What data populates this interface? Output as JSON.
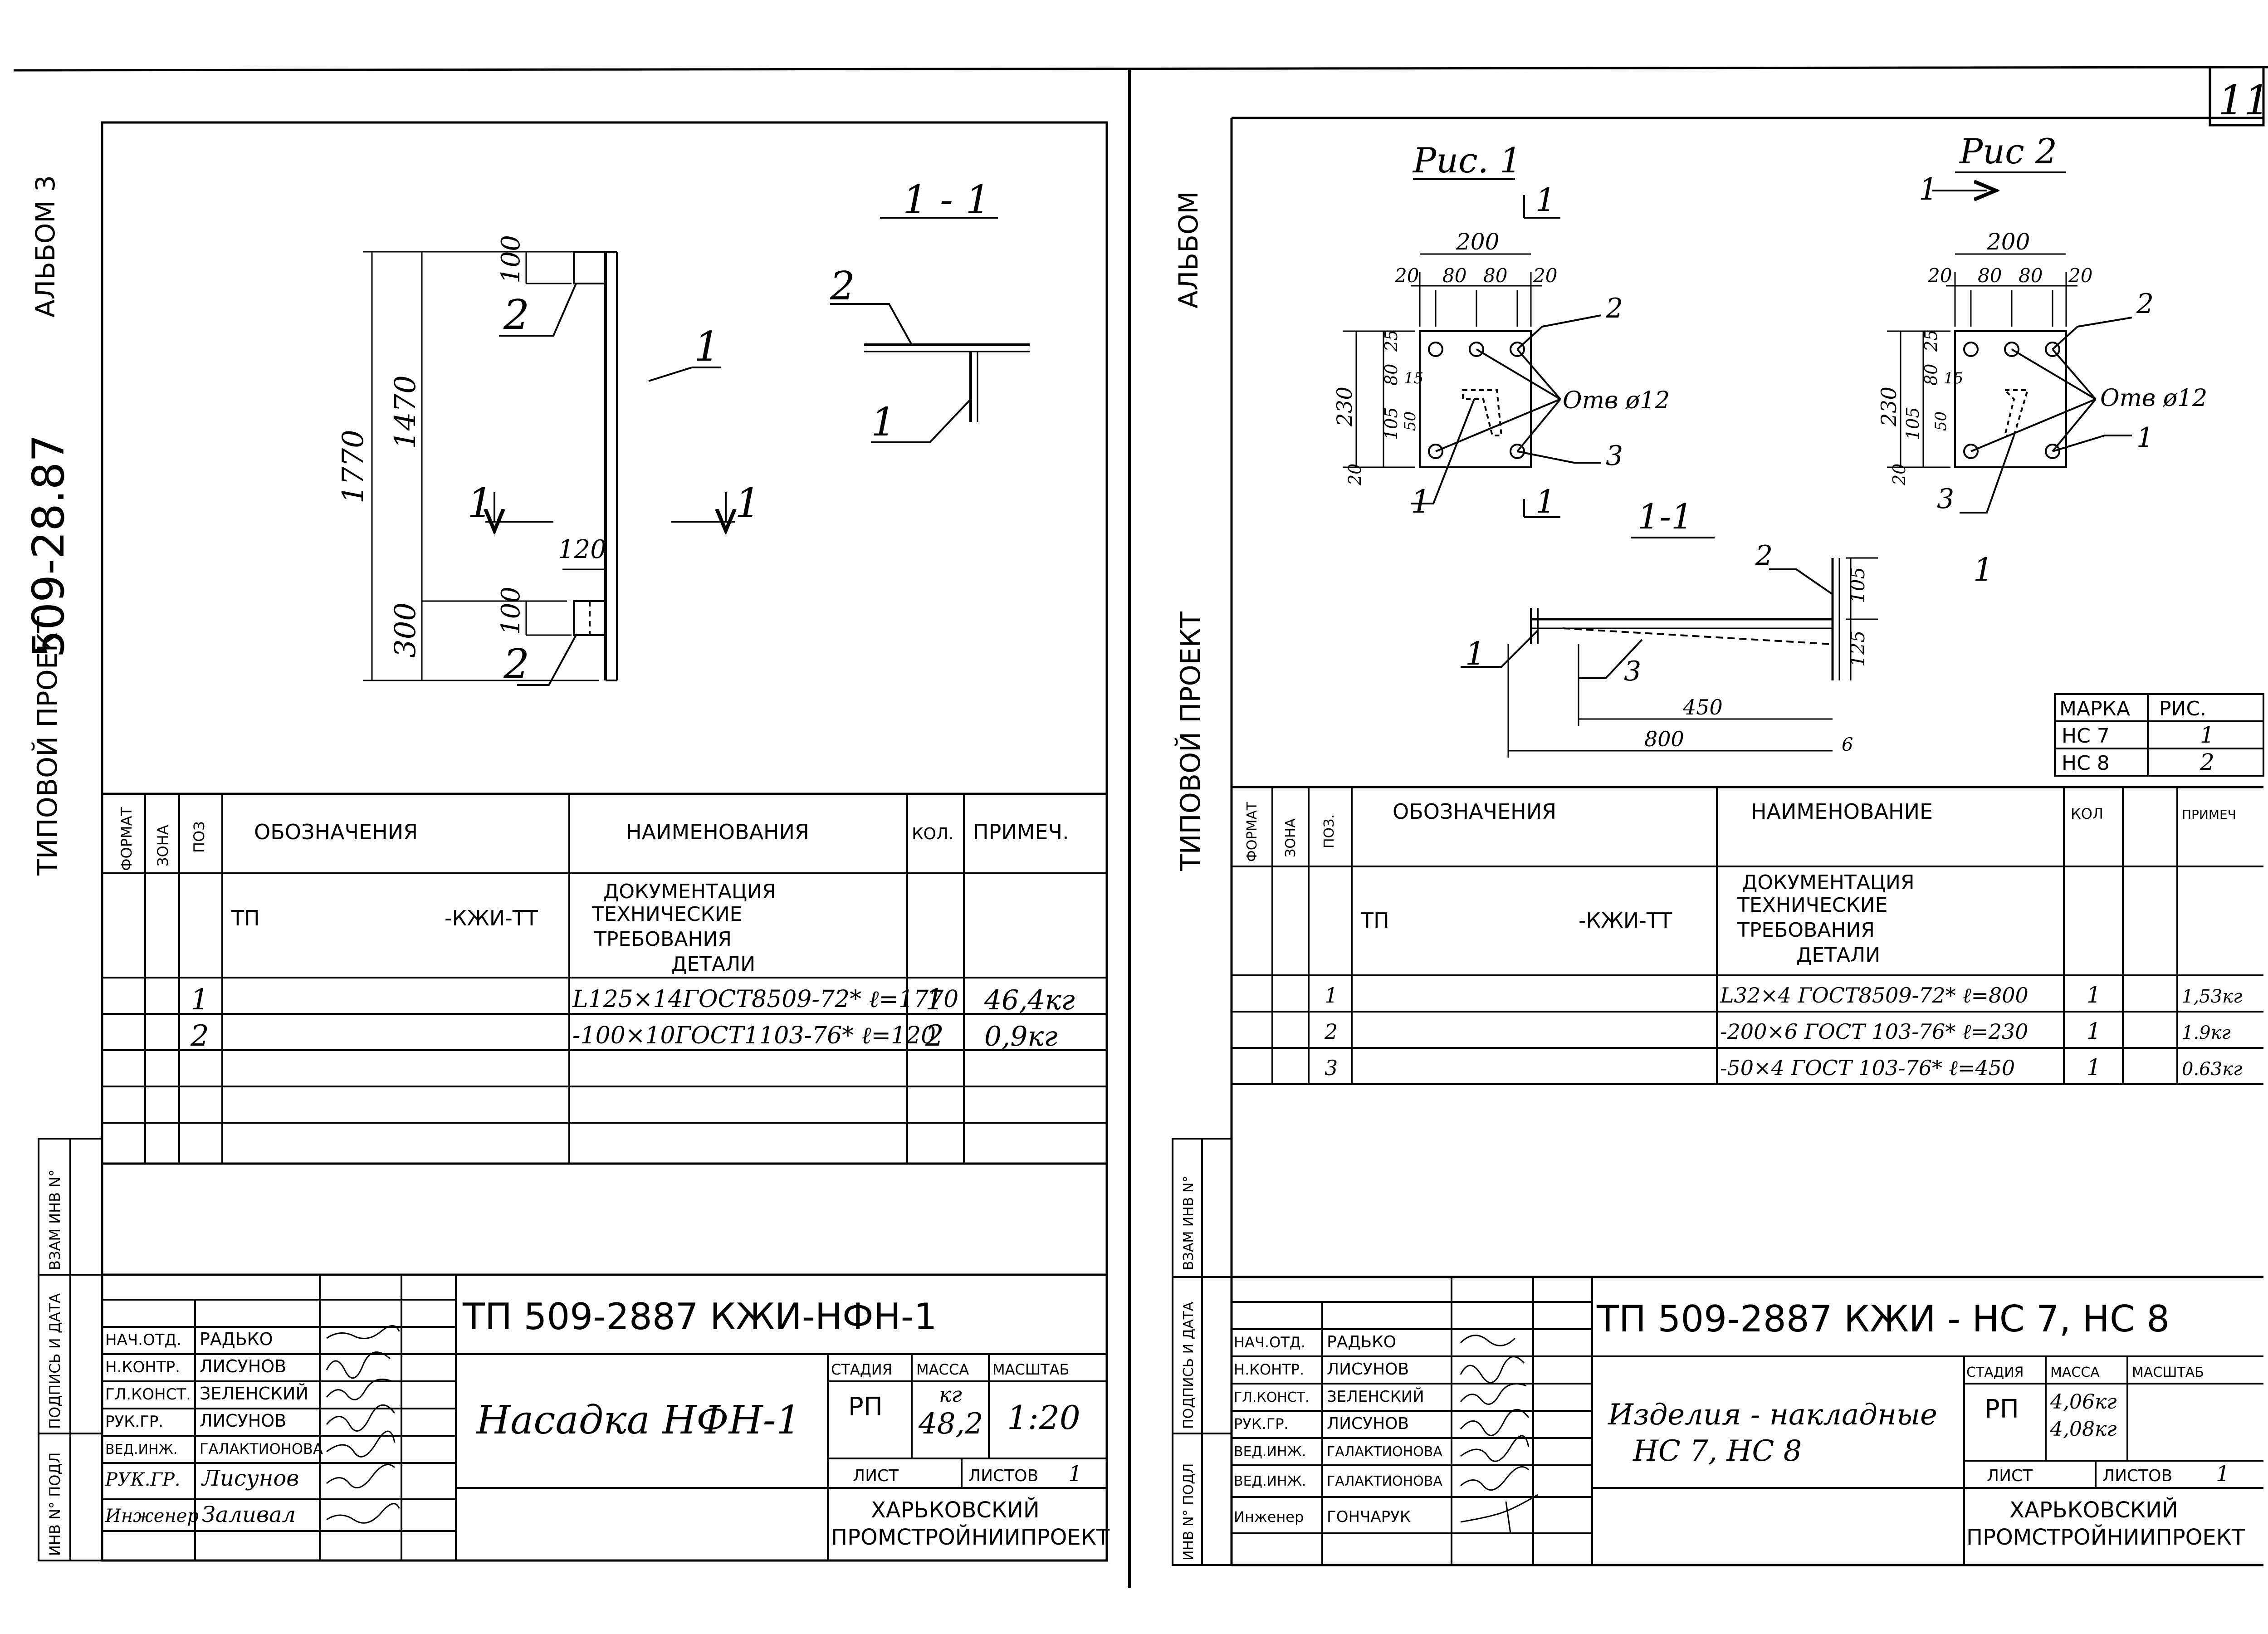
{
  "sheet_number": "11",
  "left": {
    "side_album": "АЛЬБОМ 3",
    "side_number": "509-28.87",
    "side_project": "ТИПОВОЙ ПРОЕКТ",
    "side_stamp": {
      "vzam": "ВЗАМ ИНВ N°",
      "podp": "ПОДПИСЬ И ДАТА",
      "inv": "ИНВ N° ПОДЛ"
    },
    "section_label": "1 - 1",
    "dims": {
      "d1770": "1770",
      "d1470": "1470",
      "d300": "300",
      "d100a": "100",
      "d100b": "100",
      "d120": "120"
    },
    "marks": {
      "pos1_top": "1",
      "pos2_top": "2",
      "pos2_bot": "2",
      "cut_left": "1",
      "cut_right": "1",
      "sec_pos2": "2",
      "sec_pos1": "1"
    },
    "spec": {
      "headers": {
        "format": "ФОРМАТ",
        "zone": "ЗОНА",
        "pos": "ПОЗ",
        "designation": "ОБОЗНАЧЕНИЯ",
        "name": "НАИМЕНОВАНИЯ",
        "qty": "КОЛ.",
        "note": "ПРИМЕЧ."
      },
      "doc_row": {
        "designation_prefix": "ТП",
        "designation_suffix": "-КЖИ-ТТ",
        "name_lines": [
          "ДОКУМЕНТАЦИЯ",
          "ТЕХНИЧЕСКИЕ",
          "ТРЕБОВАНИЯ",
          "ДЕТАЛИ"
        ]
      },
      "rows": [
        {
          "pos": "1",
          "name": "L125×14ГОСТ8509-72* ℓ=1770",
          "qty": "1",
          "note": "46,4кг"
        },
        {
          "pos": "2",
          "name": "-100×10ГОСТ1103-76* ℓ=120",
          "qty": "2",
          "note": "0,9кг"
        }
      ]
    },
    "title_block": {
      "code": "ТП   509-2887 КЖИ-НФН-1",
      "title": "Насадка  НФН-1",
      "people": [
        {
          "role": "НАЧ.ОТД.",
          "name": "РАДЬКО"
        },
        {
          "role": "Н.КОНТР.",
          "name": "ЛИСУНОВ"
        },
        {
          "role": "ГЛ.КОНСТ.",
          "name": "ЗЕЛЕНСКИЙ"
        },
        {
          "role": "РУК.ГР.",
          "name": "ЛИСУНОВ"
        },
        {
          "role": "ВЕД.ИНЖ.",
          "name": "ГАЛАКТИОНОВА"
        },
        {
          "role": "РУК.ГР.",
          "name": "Лисунов"
        },
        {
          "role": "Инженер",
          "name": "Заливал"
        }
      ],
      "stage_label": "СТАДИЯ",
      "mass_label": "МАССА",
      "scale_label": "МАСШТАБ",
      "stage": "РП",
      "mass_unit": "кг",
      "mass": "48,2",
      "scale": "1:20",
      "sheet_label": "ЛИСТ",
      "sheets_label": "ЛИСТОВ",
      "sheets": "1",
      "org": [
        "ХАРЬКОВСКИЙ",
        "ПРОМСТРОЙНИИПРОЕКТ"
      ]
    }
  },
  "right": {
    "side_album": "АЛЬБОМ",
    "side_project": "ТИПОВОЙ ПРОЕКТ",
    "side_stamp": {
      "vzam": "ВЗАМ ИНВ N°",
      "podp": "ПОДПИСЬ И ДАТА",
      "inv": "ИНВ N° ПОДЛ"
    },
    "fig1": {
      "title": "Рис. 1",
      "dims": {
        "w200": "200",
        "w20a": "20",
        "w80a": "80",
        "w80b": "80",
        "w20b": "20",
        "h230": "230",
        "h25": "25",
        "h80": "80",
        "h105": "105",
        "h20": "20",
        "h15": "15",
        "h50": "50"
      },
      "hole": "Отв ø12",
      "marks": {
        "p1": "1",
        "p2": "2",
        "p3": "3",
        "cut_top": "1",
        "cut_bot": "1"
      }
    },
    "fig2": {
      "title": "Рис 2",
      "dims": {
        "w200": "200",
        "w20a": "20",
        "w80a": "80",
        "w80b": "80",
        "w20b": "20",
        "h230": "230",
        "h25": "25",
        "h80": "80",
        "h105": "105",
        "h20": "20",
        "h15": "15",
        "h50": "50"
      },
      "hole": "Отв ø12",
      "marks": {
        "p1": "1",
        "p2": "2",
        "p3": "3",
        "cut": "1"
      }
    },
    "section": {
      "title": "1-1",
      "dims": {
        "d450": "450",
        "d800": "800",
        "d105": "105",
        "d125": "125",
        "d6": "6"
      },
      "marks": {
        "p1": "1",
        "p2": "2",
        "p3": "3",
        "cut": "1"
      }
    },
    "mark_table": {
      "headers": [
        "МАРКА",
        "РИС."
      ],
      "rows": [
        [
          "НС 7",
          "1"
        ],
        [
          "НС 8",
          "2"
        ]
      ]
    },
    "spec": {
      "headers": {
        "format": "ФОРМАТ",
        "zone": "ЗОНА",
        "pos": "ПОЗ.",
        "designation": "ОБОЗНАЧЕНИЯ",
        "name": "НАИМЕНОВАНИЕ",
        "qty": "КОЛ",
        "note": "ПРИМЕЧ"
      },
      "doc_row": {
        "designation_prefix": "ТП",
        "designation_suffix": "-КЖИ-ТТ",
        "name_lines": [
          "ДОКУМЕНТАЦИЯ",
          "ТЕХНИЧЕСКИЕ",
          "ТРЕБОВАНИЯ",
          "ДЕТАЛИ"
        ]
      },
      "rows": [
        {
          "pos": "1",
          "name": "L32×4 ГОСТ8509-72* ℓ=800",
          "qty": "1",
          "note": "1,53кг"
        },
        {
          "pos": "2",
          "name": "-200×6 ГОСТ 103-76* ℓ=230",
          "qty": "1",
          "note": "1.9кг"
        },
        {
          "pos": "3",
          "name": "-50×4 ГОСТ 103-76* ℓ=450",
          "qty": "1",
          "note": "0.63кг"
        }
      ]
    },
    "title_block": {
      "code": "ТП   509-2887  КЖИ - НС 7, НС 8",
      "title_lines": [
        "Изделия - накладные",
        "НС 7,  НС 8"
      ],
      "people": [
        {
          "role": "НАЧ.ОТД.",
          "name": "РАДЬКО"
        },
        {
          "role": "Н.КОНТР.",
          "name": "ЛИСУНОВ"
        },
        {
          "role": "ГЛ.КОНСТ.",
          "name": "ЗЕЛЕНСКИЙ"
        },
        {
          "role": "РУК.ГР.",
          "name": "ЛИСУНОВ"
        },
        {
          "role": "ВЕД.ИНЖ.",
          "name": "ГАЛАКТИОНОВА"
        },
        {
          "role": "ВЕД.ИНЖ.",
          "name": "ГАЛАКТИОНОВА"
        },
        {
          "role": "Инженер",
          "name": "ГОНЧАРУК"
        }
      ],
      "stage_label": "СТАДИЯ",
      "mass_label": "МАССА",
      "scale_label": "МАСШТАБ",
      "stage": "РП",
      "mass": [
        "4,06кг",
        "4,08кг"
      ],
      "sheet_label": "ЛИСТ",
      "sheets_label": "ЛИСТОВ",
      "sheets": "1",
      "org": [
        "ХАРЬКОВСКИЙ",
        "ПРОМСТРОЙНИИПРОЕКТ"
      ]
    }
  }
}
